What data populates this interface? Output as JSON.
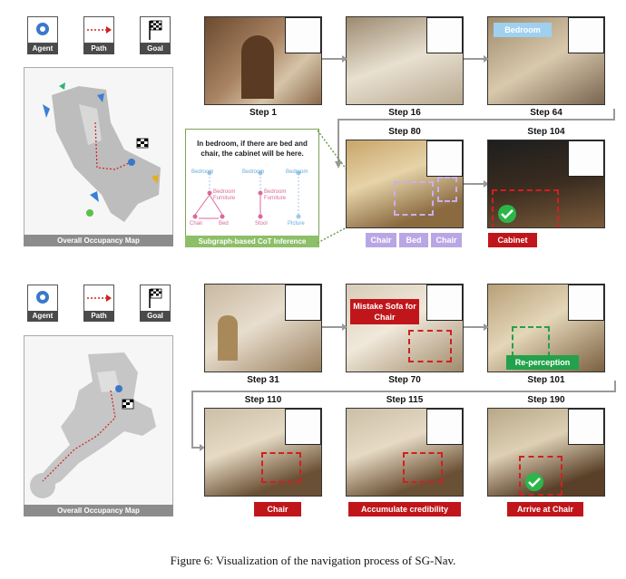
{
  "legend": {
    "agent": "Agent",
    "path": "Path",
    "goal": "Goal"
  },
  "top": {
    "map_caption": "Overall Occupancy Map",
    "steps": [
      "Step 1",
      "Step 16",
      "Step 64",
      "Step 80",
      "Step 104"
    ],
    "bedroom_label": "Bedroom",
    "cot_text": "In bedroom, if there are bed and chair, the cabinet will be here.",
    "cot_caption": "Subgraph-based CoT Inference",
    "cot_nodes": {
      "bedroom1": "Bedroom",
      "furniture1": "Bedroom Furniture",
      "chair": "Chair",
      "bed": "Bed",
      "bedroom2": "Bedroom",
      "furniture2": "Bedroom Furniture",
      "stool": "Stool",
      "bedroom3": "Bedroom",
      "picture": "Picture"
    },
    "tags_purple": [
      "Chair",
      "Bed",
      "Chair"
    ],
    "tag_cabinet": "Cabinet"
  },
  "bottom": {
    "map_caption": "Overall Occupancy Map",
    "steps": [
      "Step 31",
      "Step 70",
      "Step 101",
      "Step 110",
      "Step 115",
      "Step 190"
    ],
    "mistake_label": "Mistake Sofa for Chair",
    "reperception": "Re-perception",
    "tag_chair": "Chair",
    "tag_accumulate": "Accumulate credibility",
    "tag_arrive": "Arrive at Chair"
  },
  "figure_caption": "Figure 6: Visualization of the navigation process of SG-Nav.",
  "colors": {
    "red": "#c0161b",
    "purple": "#b9a6e4",
    "green": "#22a24a",
    "cot_green": "#8cbf67",
    "bedroom_blue": "#9fd0ee"
  }
}
